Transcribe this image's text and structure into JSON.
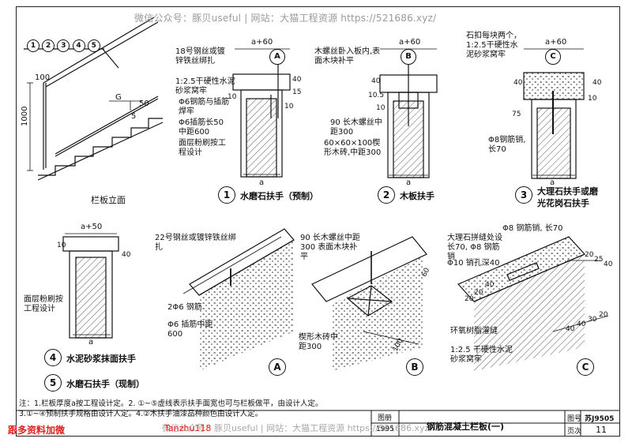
{
  "watermark_top": "微信公众号：豚贝useful | 网站：大猫工程资源 https://521686.xyz/",
  "watermark_bottom": "微信公众号：豚贝useful | 网站：大猫工程资源 https://521686.xyz/",
  "elevation": {
    "title": "栏板立面",
    "circles": [
      "1",
      "2",
      "3",
      "4",
      "5"
    ],
    "dim_100": "100",
    "dim_1000": "1000",
    "dim_G": "G",
    "dim_50": "50",
    "dim_5": "5"
  },
  "detail1": {
    "dim_top": "a+60",
    "tag": "A",
    "note1": "18号钢丝或镀锌铁丝绑扎",
    "note2": "1:2.5干硬性水泥砂浆窝牢",
    "note3": "Φ6钢筋与插筋焊牢",
    "note4": "Φ6插筋长50中距600",
    "note5": "面层粉刷按工程设计",
    "dim_40": "40",
    "dim_15": "15",
    "dim_10a": "10",
    "dim_10b": "10",
    "dim_a": "a",
    "caption_num": "1",
    "caption": "水磨石扶手（预制）"
  },
  "detail2": {
    "dim_top": "a+60",
    "tag": "B",
    "note1": "木螺丝卧入板内,表面木块补平",
    "note2": "90 长木螺丝中距300",
    "note3": "60×60×100楔形木砖,中距300",
    "dim_40": "40",
    "dim_10_5": "10.5",
    "dim_10": "10",
    "dim_a": "a",
    "caption_num": "2",
    "caption": "木板扶手"
  },
  "detail3": {
    "dim_top": "a+60",
    "tag": "C",
    "note1": "石扣每块两个，1:2.5干硬性水泥砂浆窝牢",
    "note2": "Φ8钢筋销,长70",
    "dim_40a": "40",
    "dim_10": "10",
    "dim_40b": "40",
    "dim_75": "75",
    "dim_a": "a",
    "caption_num": "3",
    "caption_l1": "大理石扶手或磨",
    "caption_l2": "光花岗石扶手"
  },
  "detail45": {
    "dim_top": "a+50",
    "note1": "面层粉刷按工程设计",
    "dim_10": "10",
    "dim_40": "40",
    "dim_a": "a",
    "caption4_num": "4",
    "caption4": "水泥砂浆抹面扶手",
    "caption5_num": "5",
    "caption5": "水磨石扶手（现制）"
  },
  "detailA": {
    "note1": "22号钢丝或镀锌铁丝绑扎",
    "note2": "2Φ6 钢筋",
    "note3": "Φ6 插筋中距600",
    "tag": "A"
  },
  "detailB": {
    "note1": "90 长木螺丝中距300 表面木块补平",
    "note2": "楔形木砖中距300",
    "dim_60": "60",
    "dim_100": "100",
    "tag": "B"
  },
  "detailC": {
    "note1": "Φ8 钢筋销, 长70",
    "note2": "大理石拼缝处设长70, Φ8 钢筋销",
    "note3": "Φ10 销孔深40",
    "note4": "环氧树脂灌缝",
    "note5": "1:2.5 干硬性水泥砂浆窝牢",
    "dims_right": [
      "20",
      "25",
      "40",
      "40",
      "40",
      "30",
      "20"
    ],
    "dims_left": [
      "20",
      "20",
      "40"
    ],
    "tag": "C"
  },
  "notes": {
    "line1": "注：1.栏板厚度a按工程设计定。2. ①~⑤虚线表示扶手面宽也可与栏板做平，由设计人定。",
    "line2": "3.①~④预制扶手规格由设计人定。4.②木扶手油漆品种颜色由设计人定。"
  },
  "red_text": {
    "left": "跟多资料加微",
    "right": "Tanzhu118"
  },
  "title_block": {
    "year": "1995",
    "title": "钢筋混凝土栏板(一)",
    "code_label": "图号",
    "code": "苏J9505",
    "page_label": "页次",
    "page": "11",
    "col_label": "图册"
  }
}
